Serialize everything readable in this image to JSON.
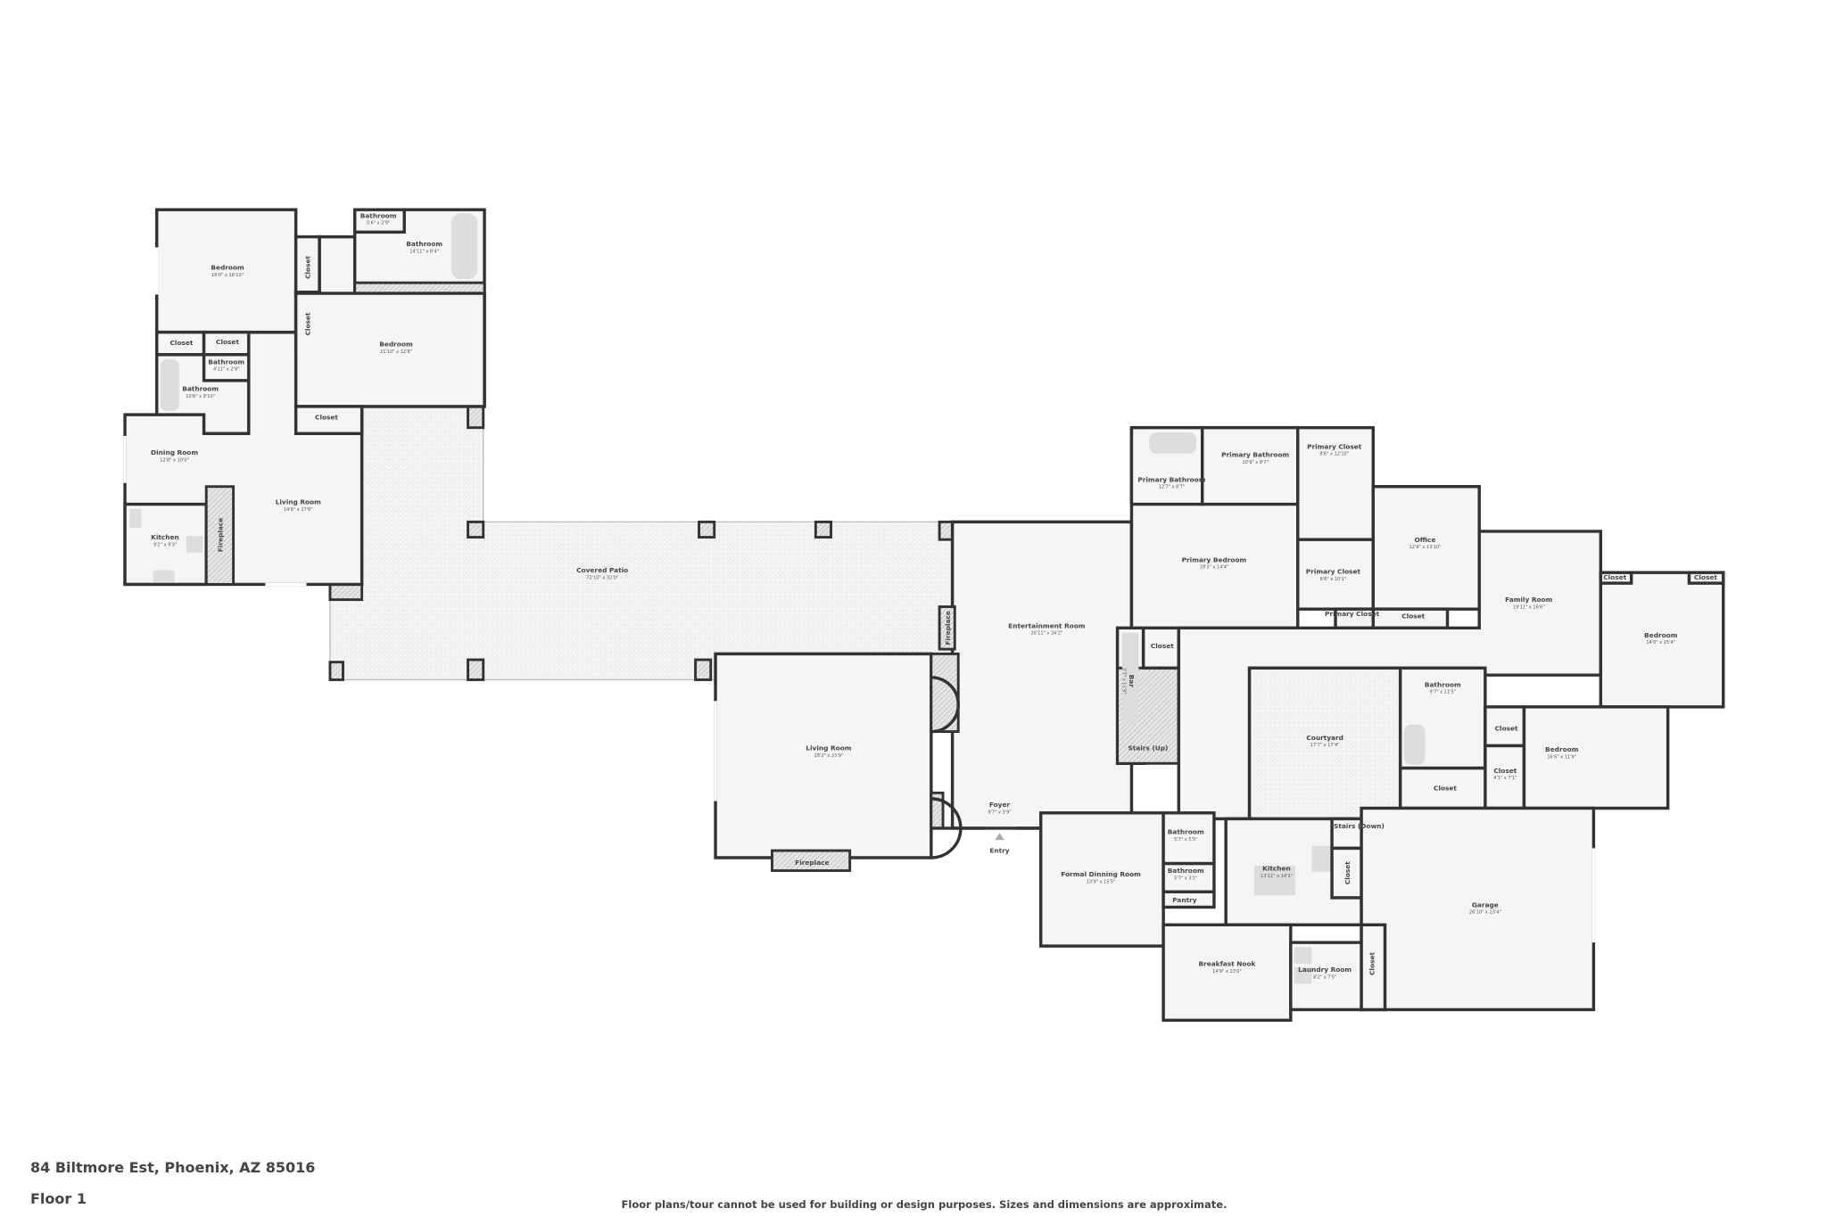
{
  "address": "84 Biltmore Est, Phoenix, AZ 85016",
  "floor_label": "Floor 1",
  "disclaimer": "Floor plans/tour cannot be used for building or design purposes. Sizes and dimensions are approximate.",
  "colors": {
    "wall": "#333333",
    "floor": "#f5f5f5",
    "text": "#444444"
  },
  "rooms": [
    {
      "name": "Bedroom",
      "dims": "16'0\" x 16'10\""
    },
    {
      "name": "Bathroom",
      "dims": "5'6\" x 2'9\""
    },
    {
      "name": "Bathroom",
      "dims": "14'11\" x 8'4\""
    },
    {
      "name": "Closet"
    },
    {
      "name": "Closet"
    },
    {
      "name": "Bedroom",
      "dims": "21'10\" x 12'8\""
    },
    {
      "name": "Closet"
    },
    {
      "name": "Closet"
    },
    {
      "name": "Bathroom",
      "dims": "4'11\" x 2'9\""
    },
    {
      "name": "Bathroom",
      "dims": "10'6\" x 8'10\""
    },
    {
      "name": "Closet"
    },
    {
      "name": "Dining Room",
      "dims": "12'8\" x 10'0\""
    },
    {
      "name": "Living Room",
      "dims": "14'6\" x 17'6\""
    },
    {
      "name": "Kitchen",
      "dims": "9'2\" x 9'3\""
    },
    {
      "name": "Fireplace"
    },
    {
      "name": "Covered Patio",
      "dims": "72'10\" x 32'0\""
    },
    {
      "name": "Entertainment Room",
      "dims": "20'11\" x 34'2\""
    },
    {
      "name": "Fireplace"
    },
    {
      "name": "Living Room",
      "dims": "28'2\" x 23'9\""
    },
    {
      "name": "Fireplace"
    },
    {
      "name": "Foyer",
      "dims": "9'7\" x 3'9\""
    },
    {
      "name": "Entry"
    },
    {
      "name": "Bar",
      "dims": "2'7\" x 11'9\""
    },
    {
      "name": "Closet"
    },
    {
      "name": "Stairs (Up)"
    },
    {
      "name": "Primary Bathroom",
      "dims": "12'7\" x 8'7\""
    },
    {
      "name": "Primary Bathroom",
      "dims": "10'9\" x 8'7\""
    },
    {
      "name": "Primary Closet",
      "dims": "8'6\" x 12'10\""
    },
    {
      "name": "Primary Bedroom",
      "dims": "19'3\" x 14'4\""
    },
    {
      "name": "Primary Closet",
      "dims": "8'6\" x 10'1\""
    },
    {
      "name": "Primary Closet"
    },
    {
      "name": "Office",
      "dims": "12'9\" x 13'10\""
    },
    {
      "name": "Closet"
    },
    {
      "name": "Family Room",
      "dims": "19'11\" x 16'6\""
    },
    {
      "name": "Closet"
    },
    {
      "name": "Closet"
    },
    {
      "name": "Bedroom",
      "dims": "14'0\" x 15'4\""
    },
    {
      "name": "Courtyard",
      "dims": "17'7\" x 17'4\""
    },
    {
      "name": "Bathroom",
      "dims": "9'7\" x 11'5\""
    },
    {
      "name": "Closet"
    },
    {
      "name": "Closet",
      "dims": "4'1\" x 7'1\""
    },
    {
      "name": "Closet"
    },
    {
      "name": "Bedroom",
      "dims": "16'6\" x 11'9\""
    },
    {
      "name": "Stairs (Down)"
    },
    {
      "name": "Closet"
    },
    {
      "name": "Kitchen",
      "dims": "13'11\" x 14'3\""
    },
    {
      "name": "Formal Dinning Room",
      "dims": "13'9\" x 15'5\""
    },
    {
      "name": "Bathroom",
      "dims": "5'7\" x 5'5\""
    },
    {
      "name": "Bathroom",
      "dims": "5'7\" x 3'1\""
    },
    {
      "name": "Pantry"
    },
    {
      "name": "Garage",
      "dims": "26'10\" x 23'4\""
    },
    {
      "name": "Breakfast Nook",
      "dims": "14'9\" x 13'0\""
    },
    {
      "name": "Laundry Room",
      "dims": "8'2\" x 7'5\""
    },
    {
      "name": "Closet"
    }
  ]
}
